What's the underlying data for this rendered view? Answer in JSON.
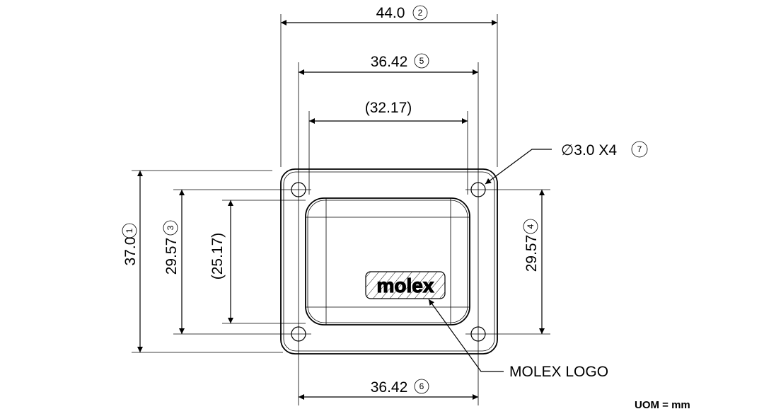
{
  "dimensions": {
    "overall_width": {
      "value": "44.0",
      "balloon": "2"
    },
    "hole_spacing_top": {
      "value": "36.42",
      "balloon": "5"
    },
    "recess_width": {
      "value": "(32.17)"
    },
    "hole_callout": {
      "value": "∅3.0 X4",
      "balloon": "7"
    },
    "overall_height": {
      "value": "37.0",
      "balloon": "1"
    },
    "hole_spacing_left": {
      "value": "29.57",
      "balloon": "3"
    },
    "recess_height": {
      "value": "(25.17)"
    },
    "hole_spacing_right": {
      "value": "29.57",
      "balloon": "4"
    },
    "hole_spacing_bottom": {
      "value": "36.42",
      "balloon": "6"
    }
  },
  "logo": {
    "text": "molex",
    "callout": "MOLEX LOGO"
  },
  "units": "UOM = mm"
}
